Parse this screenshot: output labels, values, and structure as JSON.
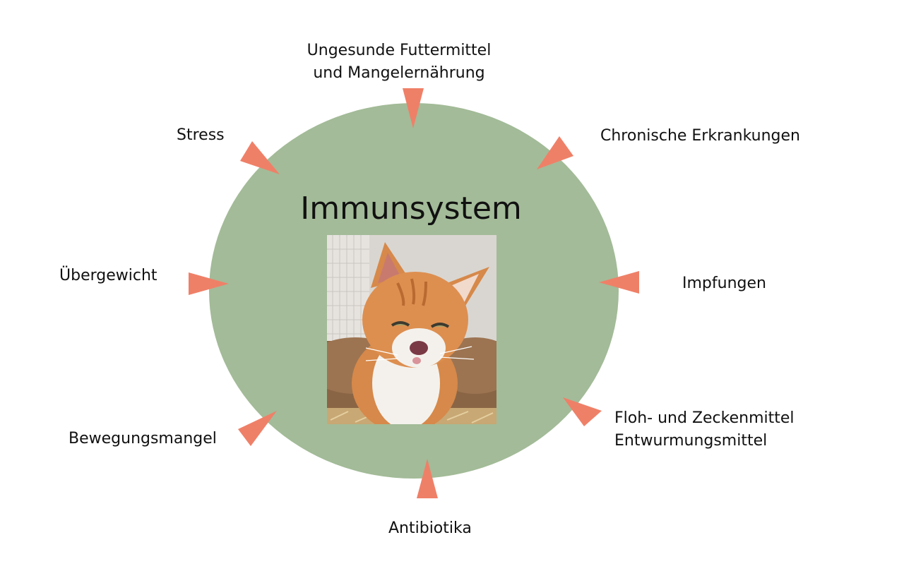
{
  "diagram": {
    "title": "Immunsystem",
    "colors": {
      "circle": "#a3bb98",
      "arrow": "#ef8068",
      "text": "#111111"
    },
    "photo": {
      "icon": "orange-white-cat-photo"
    },
    "factors": {
      "top": [
        "Ungesunde Futtermittel",
        "und Mangelernährung"
      ],
      "top_right": "Chronische Erkrankungen",
      "right": "Impfungen",
      "bottom_right": [
        "Floh- und Zeckenmittel",
        "Entwurmungsmittel"
      ],
      "bottom": "Antibiotika",
      "bottom_left": "Bewegungsmangel",
      "left": "Übergewicht",
      "top_left": "Stress"
    }
  }
}
